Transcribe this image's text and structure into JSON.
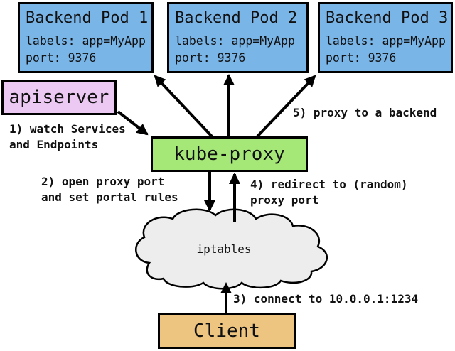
{
  "diagram": {
    "pods": [
      {
        "title": "Backend Pod 1",
        "labels_line": "labels: app=MyApp",
        "port_line": "port: 9376"
      },
      {
        "title": "Backend Pod 2",
        "labels_line": "labels: app=MyApp",
        "port_line": "port: 9376"
      },
      {
        "title": "Backend Pod 3",
        "labels_line": "labels: app=MyApp",
        "port_line": "port: 9376"
      }
    ],
    "apiserver": {
      "label": "apiserver"
    },
    "kube_proxy": {
      "label": "kube-proxy"
    },
    "iptables": {
      "label": "iptables"
    },
    "client": {
      "label": "Client"
    },
    "annotations": [
      {
        "lines": [
          "1) watch Services",
          "and Endpoints"
        ]
      },
      {
        "lines": [
          "2) open proxy port",
          "and set portal rules"
        ]
      },
      {
        "lines": [
          "3) connect to 10.0.0.1:1234"
        ]
      },
      {
        "lines": [
          "4) redirect to (random)",
          "proxy port"
        ]
      },
      {
        "lines": [
          "5) proxy to a backend"
        ]
      }
    ],
    "colors": {
      "pod_fill": "#7ab5e8",
      "apiserver_fill": "#ecc9f2",
      "kube_proxy_fill": "#a5e878",
      "client_fill": "#edc480",
      "cloud_fill": "#ededed",
      "line": "#000000",
      "background": "#ffffff"
    }
  }
}
